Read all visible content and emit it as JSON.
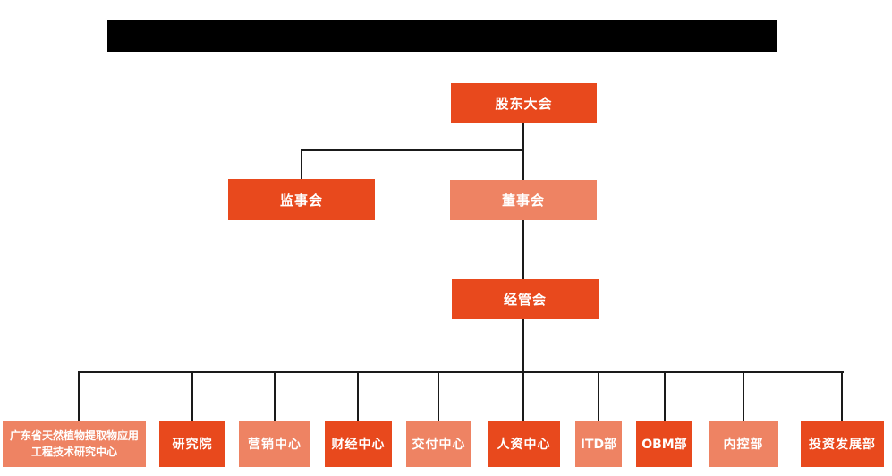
{
  "colors": {
    "box_dark": "#e8491d",
    "box_light": "#ee8363",
    "box_text": "#ffffff",
    "connector_line": "#1a1a1a",
    "redaction_bar": "#000000",
    "background": "#ffffff"
  },
  "org": {
    "nodes": {
      "shareholders": {
        "label": "股东大会"
      },
      "supervisory": {
        "label": "监事会"
      },
      "board": {
        "label": "董事会"
      },
      "management": {
        "label": "经管会"
      }
    },
    "departments": [
      {
        "label": "广东省天然植物提取物应用工程技术研究中心"
      },
      {
        "label": "研究院"
      },
      {
        "label": "营销中心"
      },
      {
        "label": "财经中心"
      },
      {
        "label": "交付中心"
      },
      {
        "label": "人资中心"
      },
      {
        "label": "ITD部"
      },
      {
        "label": "OBM部"
      },
      {
        "label": "内控部"
      },
      {
        "label": "投资发展部"
      }
    ]
  }
}
